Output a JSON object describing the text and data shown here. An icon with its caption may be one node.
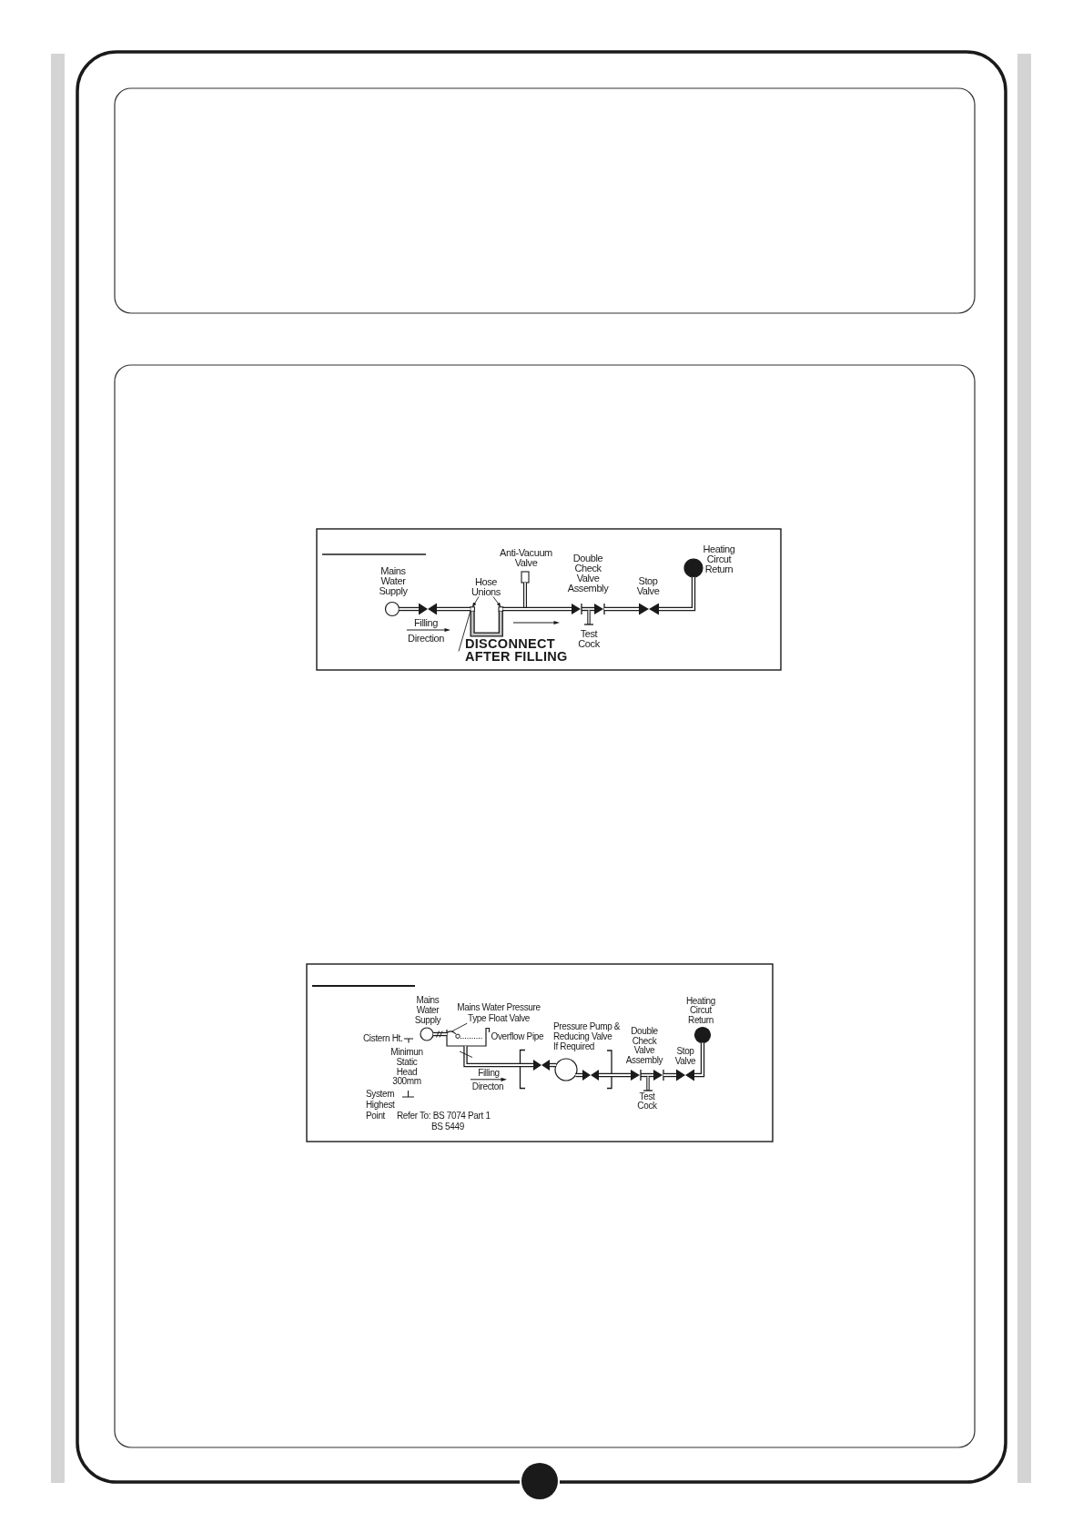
{
  "diagram": {
    "nodes": [
      {
        "text": [],
        "shape": "circle",
        "beside": [
          "Mains Water Supply"
        ]
      },
      {
        "text": [],
        "shape": "bowtie"
      },
      {
        "text": [
          "Hose Unions"
        ]
      },
      {
        "text": [],
        "shape": "box"
      },
      {
        "text": [],
        "shape": "box"
      },
      {
        "text": [
          "DISCONNECT AFTER FILLING"
        ]
      },
      {
        "text": [],
        "shape": "box",
        "beside": [
          "Anti-Vacuum Valve"
        ]
      },
      {
        "text": [],
        "shape": "picture",
        "beside": [
          "Double Check Valve Assembly",
          "Test Cock"
        ]
      },
      {
        "text": [],
        "shape": "bowtie",
        "beside": [
          "Stop Valve"
        ]
      },
      {
        "text": [],
        "shape": "circle",
        "beside": [
          "Heating Circut Return"
        ]
      },
      {
        "text": [],
        "shape": "circle",
        "beside": [
          "Mains Water Supply"
        ]
      },
      {
        "text": [
          "Mains Water Pressure Type Float Valve"
        ]
      },
      {
        "text": [],
        "shape": "picture",
        "beside": [
          "Overflow Pipe"
        ]
      },
      {
        "text": [],
        "shape": "picture",
        "in": 12
      },
      {
        "text": [],
        "shape": "bowtie"
      },
      {
        "text": [],
        "shape": "circle"
      },
      {
        "text": [],
        "shape": "bowtie"
      },
      {
        "text": [],
        "shape": "picture",
        "beside": [
          "Double Check Valve Assembly",
          "Test Cock"
        ]
      },
      {
        "text": [],
        "shape": "bowtie",
        "beside": [
          "Stop Valve"
        ]
      },
      {
        "text": [],
        "shape": "circle",
        "beside": [
          "Heating Circut Return"
        ]
      }
    ],
    "edges": [
      {
        "from": 0,
        "to": 1,
        "arrow": "none"
      },
      {
        "from": 1,
        "to": 3,
        "arrow": "none"
      },
      {
        "from": 3,
        "to": 4,
        "arrow": "none"
      },
      {
        "from": 4,
        "to": 6,
        "arrow": "none"
      },
      {
        "from": 4,
        "to": 7,
        "arrow": "none"
      },
      {
        "from": 7,
        "to": 8,
        "arrow": "none"
      },
      {
        "from": 8,
        "to": 9,
        "arrow": "none"
      },
      {
        "from": 2,
        "to": 3,
        "arrow": "to"
      },
      {
        "from": 2,
        "to": 4,
        "arrow": "to"
      },
      {
        "from": 5,
        "to": 3,
        "arrow": "none"
      },
      {
        "from": 10,
        "to": 13,
        "arrow": "none"
      },
      {
        "from": 11,
        "to": 13,
        "arrow": "none"
      },
      {
        "from": 12,
        "to": 14,
        "arrow": "none"
      },
      {
        "from": 14,
        "to": 15,
        "arrow": "none"
      },
      {
        "from": 15,
        "to": 16,
        "arrow": "none"
      },
      {
        "from": 16,
        "to": 17,
        "arrow": "none"
      },
      {
        "from": 17,
        "to": 18,
        "arrow": "none"
      },
      {
        "from": 18,
        "to": 19,
        "arrow": "none"
      }
    ],
    "labels": [
      "Filling",
      "Direction",
      "Cistern Ht.",
      "Minimun Static Head 300mm",
      "Filling",
      "Directon",
      "System Highest Point",
      "Refer To: BS 7074 Part 1 BS 5449",
      "Pressure Pump & Reducing Valve If Required"
    ]
  }
}
